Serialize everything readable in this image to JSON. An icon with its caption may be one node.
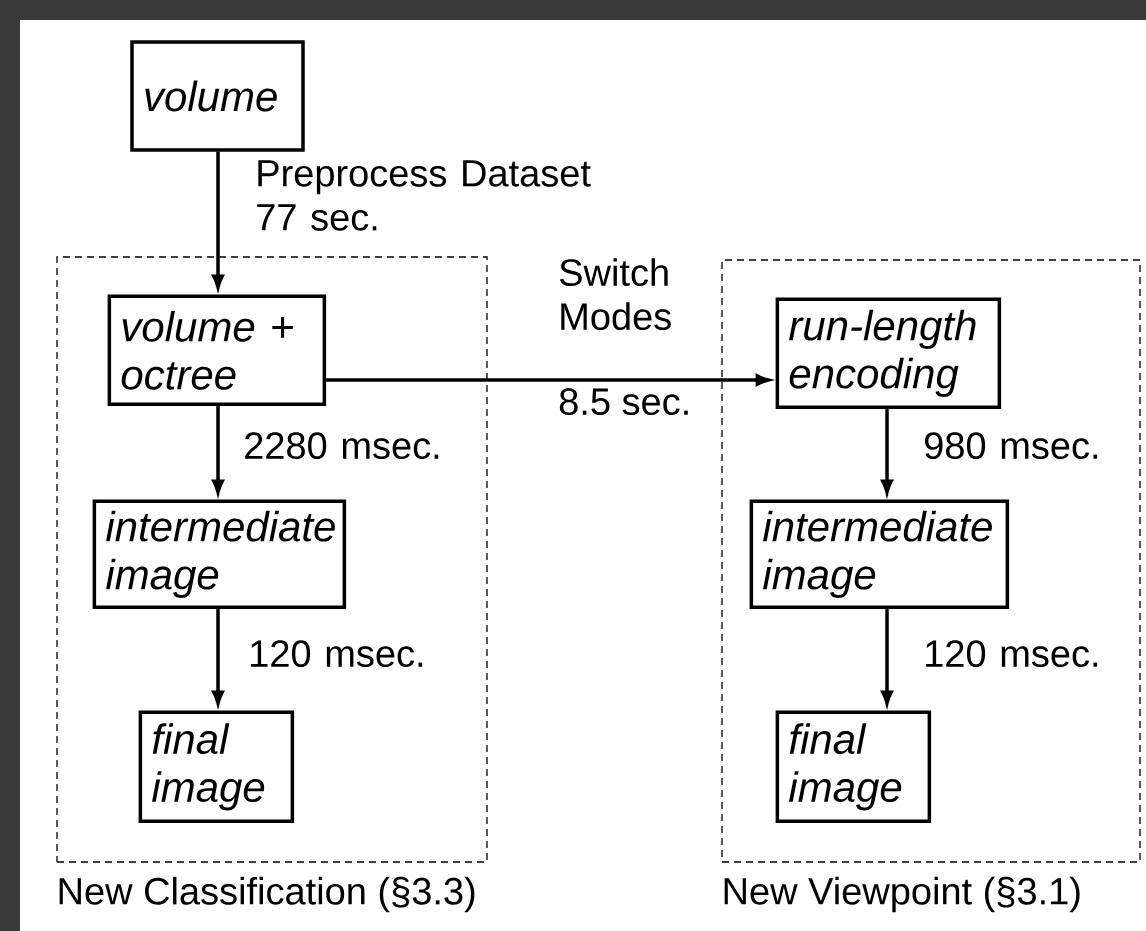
{
  "diagram": {
    "nodes": [
      {
        "text": [
          "New Classification (§3.3)"
        ]
      },
      {
        "text": [
          "New Viewpoint (§3.1)"
        ]
      },
      {
        "text": [
          "volume"
        ]
      },
      {
        "text": [
          "volume + octree"
        ],
        "in": 0
      },
      {
        "text": [
          "intermediate image"
        ],
        "in": 0
      },
      {
        "text": [
          "final image"
        ],
        "in": 0
      },
      {
        "text": [
          "run-length encoding"
        ],
        "in": 1
      },
      {
        "text": [
          "intermediate image"
        ],
        "in": 1
      },
      {
        "text": [
          "final image"
        ],
        "in": 1
      }
    ],
    "edges": [
      {
        "from": 2,
        "to": 3,
        "arrow": "to",
        "label": "Preprocess Dataset 77 sec."
      },
      {
        "from": 3,
        "to": 6,
        "arrow": "to",
        "label": "Switch Modes"
      },
      {
        "from": 3,
        "to": 4,
        "arrow": "to",
        "label": "2280 msec."
      },
      {
        "from": 4,
        "to": 5,
        "arrow": "to",
        "label": "120 msec."
      },
      {
        "from": 6,
        "to": 7,
        "arrow": "to",
        "label": "980 msec."
      },
      {
        "from": 7,
        "to": 8,
        "arrow": "to",
        "label": "120 msec."
      }
    ],
    "labels": [
      "8.5 sec."
    ]
  }
}
